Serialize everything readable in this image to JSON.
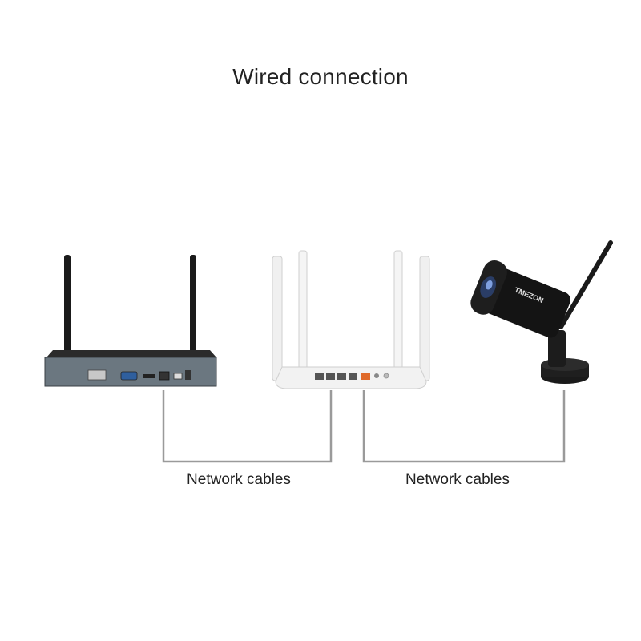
{
  "title": "Wired connection",
  "cables": [
    {
      "label": "Network cables"
    },
    {
      "label": "Network cables"
    }
  ],
  "devices": {
    "nvr": {
      "icon": "nvr-recorder-icon"
    },
    "router": {
      "icon": "wifi-router-icon"
    },
    "camera": {
      "icon": "bullet-camera-icon",
      "brand": "TMEZON"
    }
  },
  "colors": {
    "cable": "#9a9a9a",
    "nvr_body": "#5f6b73",
    "router_body": "#f2f2f2",
    "camera_body": "#141414",
    "wan_port": "#e06a2a"
  }
}
